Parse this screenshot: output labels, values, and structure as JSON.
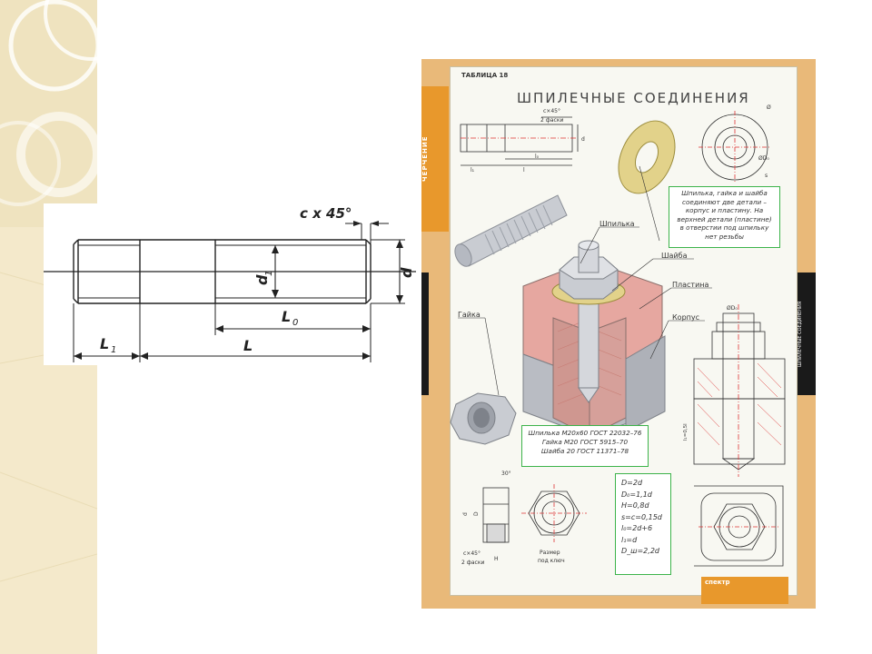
{
  "stud_drawing": {
    "chamfer_label": "c x 45°",
    "diameter_label": "d",
    "thread_diameter_label": "d",
    "thread_diameter_sub": "1",
    "length_label": "L",
    "thread_length_label": "L",
    "thread_length_sub": "0",
    "end_length_label": "L",
    "end_length_sub": "1"
  },
  "poster": {
    "table_no": "ТАБЛИЦА 18",
    "title": "ШПИЛЕЧНЫЕ СОЕДИНЕНИЯ",
    "side_tab": "ЧЕРЧЕНИЕ",
    "right_bar_text": "ШПИЛЕЧНЫЕ СОЕДИНЕНИЯ",
    "description_lines": [
      "Шпилька, гайка и шайба",
      "соединяют две детали –",
      "корпус и пластину. На",
      "верхней детали (пластине)",
      "в отверстии под шпильку",
      "нет резьбы"
    ],
    "callouts": {
      "stud": "Шпилька",
      "washer": "Шайба",
      "plate": "Пластина",
      "body": "Корпус",
      "nut": "Гайка"
    },
    "spec_lines": [
      "Шпилька М20х60 ГОСТ 22032–76",
      "Гайка М20 ГОСТ 5915–70",
      "Шайба 20 ГОСТ 11371–78"
    ],
    "formula_lines": [
      "D=2d",
      "D₀=1,1d",
      "H=0,8d",
      "s=c=0,15d",
      "l₀=2d+6",
      "l₁=d",
      "D_ш=2,2d"
    ],
    "small_labels": {
      "chamfer_top": "c×45°",
      "chamfer_top_2": "2 фаски",
      "chamfer_bottom": "c×45°",
      "chamfer_bottom_2": "2 фаски",
      "key_size": "Размер",
      "key_size_2": "под ключ",
      "angle": "30°",
      "hole_d": "ØD₀",
      "l_dim": "l₁=0,5l",
      "washer_d": "Ø",
      "washer_d0": "ØD₀",
      "washer_s": "s",
      "top_l1": "l₁",
      "top_l": "l",
      "top_l0": "l₀",
      "top_d": "d",
      "nut_d": "d",
      "nut_d_big": "D",
      "nut_h": "H"
    },
    "logo": "спектр"
  },
  "colors": {
    "sidebar": "#efe3bf",
    "poster_frame": "#e9b979",
    "accent_orange": "#e8982c",
    "note_border": "#3cb34a",
    "section_red": "#e6a7a0",
    "steel": "#c9ccd2",
    "washer_gold": "#e2d28a"
  }
}
